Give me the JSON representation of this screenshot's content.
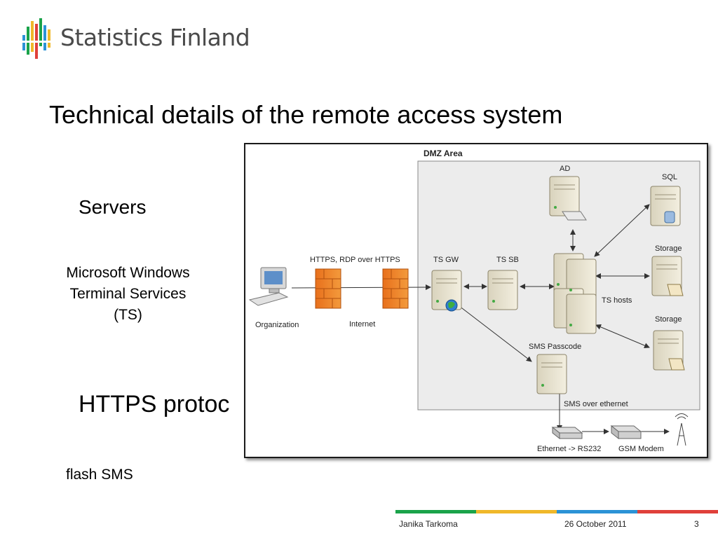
{
  "header": {
    "logo_text": "Statistics Finland"
  },
  "slide": {
    "title": "Technical details of the remote access system",
    "servers_heading": "Servers",
    "ts_description": "Microsoft Windows Terminal Services (TS)",
    "https_heading": "HTTPS protoc",
    "flash_sms": "flash SMS"
  },
  "diagram": {
    "area_title": "DMZ Area",
    "labels": {
      "ad": "AD",
      "sql": "SQL",
      "storage_top": "Storage",
      "storage_bottom": "Storage",
      "https_rdp": "HTTPS, RDP over HTTPS",
      "ts_gw": "TS GW",
      "ts_sb": "TS SB",
      "ts_hosts": "TS hosts",
      "organization": "Organization",
      "internet": "Internet",
      "sms_passcode": "SMS Passcode",
      "sms_over_ethernet": "SMS over ethernet",
      "ethernet_rs232": "Ethernet -> RS232",
      "gsm_modem": "GSM Modem"
    }
  },
  "footer": {
    "author": "Janika Tarkoma",
    "date": "26 October 2011",
    "page": "3",
    "stripe_colors": [
      "#1aa34a",
      "#f0b82a",
      "#2b93d6",
      "#e0403a"
    ]
  }
}
